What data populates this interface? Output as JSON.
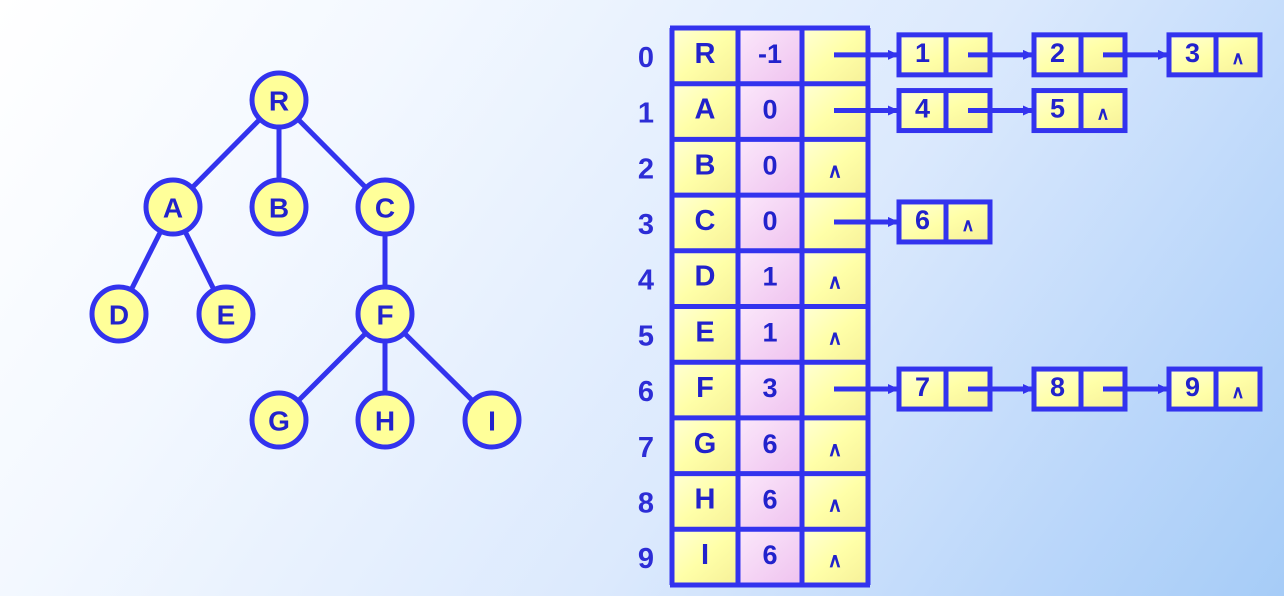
{
  "colors": {
    "line": "#3333ee",
    "node_fill": "#ffff99",
    "cell_yellow": "#ffffaa",
    "cell_pink": "#f4d0f4",
    "label": "#2222cc",
    "index": "#2d2dd6"
  },
  "null_symbol": "∧",
  "tree": {
    "nodes": [
      {
        "id": "R",
        "label": "R"
      },
      {
        "id": "A",
        "label": "A"
      },
      {
        "id": "B",
        "label": "B"
      },
      {
        "id": "C",
        "label": "C"
      },
      {
        "id": "D",
        "label": "D"
      },
      {
        "id": "E",
        "label": "E"
      },
      {
        "id": "F",
        "label": "F"
      },
      {
        "id": "G",
        "label": "G"
      },
      {
        "id": "H",
        "label": "H"
      },
      {
        "id": "I",
        "label": "I"
      }
    ],
    "edges": [
      [
        "R",
        "A"
      ],
      [
        "R",
        "B"
      ],
      [
        "R",
        "C"
      ],
      [
        "A",
        "D"
      ],
      [
        "A",
        "E"
      ],
      [
        "C",
        "F"
      ],
      [
        "F",
        "G"
      ],
      [
        "F",
        "H"
      ],
      [
        "F",
        "I"
      ]
    ]
  },
  "table": {
    "rows": [
      {
        "index": "0",
        "data": "R",
        "parent": "-1",
        "children": [
          "1",
          "2",
          "3"
        ]
      },
      {
        "index": "1",
        "data": "A",
        "parent": "0",
        "children": [
          "4",
          "5"
        ]
      },
      {
        "index": "2",
        "data": "B",
        "parent": "0",
        "children": []
      },
      {
        "index": "3",
        "data": "C",
        "parent": "0",
        "children": [
          "6"
        ]
      },
      {
        "index": "4",
        "data": "D",
        "parent": "1",
        "children": []
      },
      {
        "index": "5",
        "data": "E",
        "parent": "1",
        "children": []
      },
      {
        "index": "6",
        "data": "F",
        "parent": "3",
        "children": [
          "7",
          "8",
          "9"
        ]
      },
      {
        "index": "7",
        "data": "G",
        "parent": "6",
        "children": []
      },
      {
        "index": "8",
        "data": "H",
        "parent": "6",
        "children": []
      },
      {
        "index": "9",
        "data": "I",
        "parent": "6",
        "children": []
      }
    ]
  }
}
